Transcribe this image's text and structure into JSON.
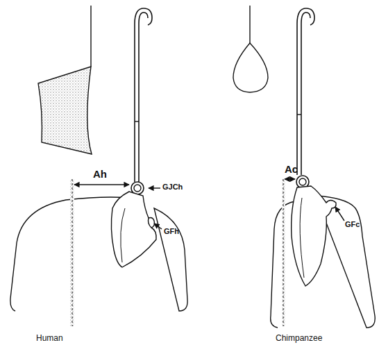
{
  "diagram": {
    "labels": [
      "Ah",
      "GJCh",
      "GFh",
      "Ac",
      "GFc",
      "Human",
      "Chimpanzee"
    ]
  }
}
